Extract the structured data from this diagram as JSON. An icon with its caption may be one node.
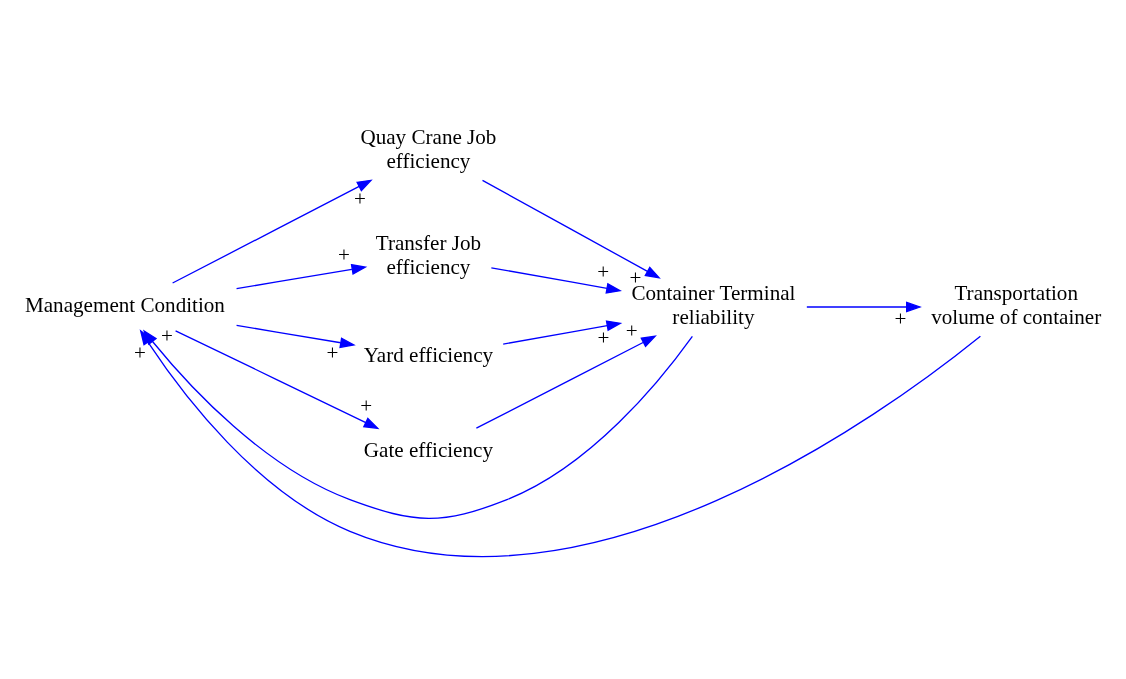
{
  "diagram": {
    "nodes": [
      {
        "text": [
          "Management Condition"
        ]
      },
      {
        "text": [
          "Quay Crane Job efficiency"
        ]
      },
      {
        "text": [
          "Transfer Job efficiency"
        ]
      },
      {
        "text": [
          "Yard efficiency"
        ]
      },
      {
        "text": [
          "Gate efficiency"
        ]
      },
      {
        "text": [
          "Container Terminal reliability"
        ]
      },
      {
        "text": [
          "Transportation volume of container"
        ]
      }
    ],
    "edges": [
      {
        "from": 0,
        "to": 1,
        "arrow": "to",
        "label": "+"
      },
      {
        "from": 0,
        "to": 2,
        "arrow": "to",
        "label": "+"
      },
      {
        "from": 0,
        "to": 3,
        "arrow": "to",
        "label": "+"
      },
      {
        "from": 0,
        "to": 4,
        "arrow": "to",
        "label": "+"
      },
      {
        "from": 1,
        "to": 5,
        "arrow": "to",
        "label": "+"
      },
      {
        "from": 2,
        "to": 5,
        "arrow": "to",
        "label": "+"
      },
      {
        "from": 3,
        "to": 5,
        "arrow": "to",
        "label": "+"
      },
      {
        "from": 4,
        "to": 5,
        "arrow": "to",
        "label": "+"
      },
      {
        "from": 5,
        "to": 6,
        "arrow": "to",
        "label": "+"
      },
      {
        "from": 6,
        "to": 0,
        "arrow": "to",
        "label": "+"
      },
      {
        "from": 5,
        "to": 0,
        "arrow": "to",
        "label": "+"
      }
    ]
  }
}
